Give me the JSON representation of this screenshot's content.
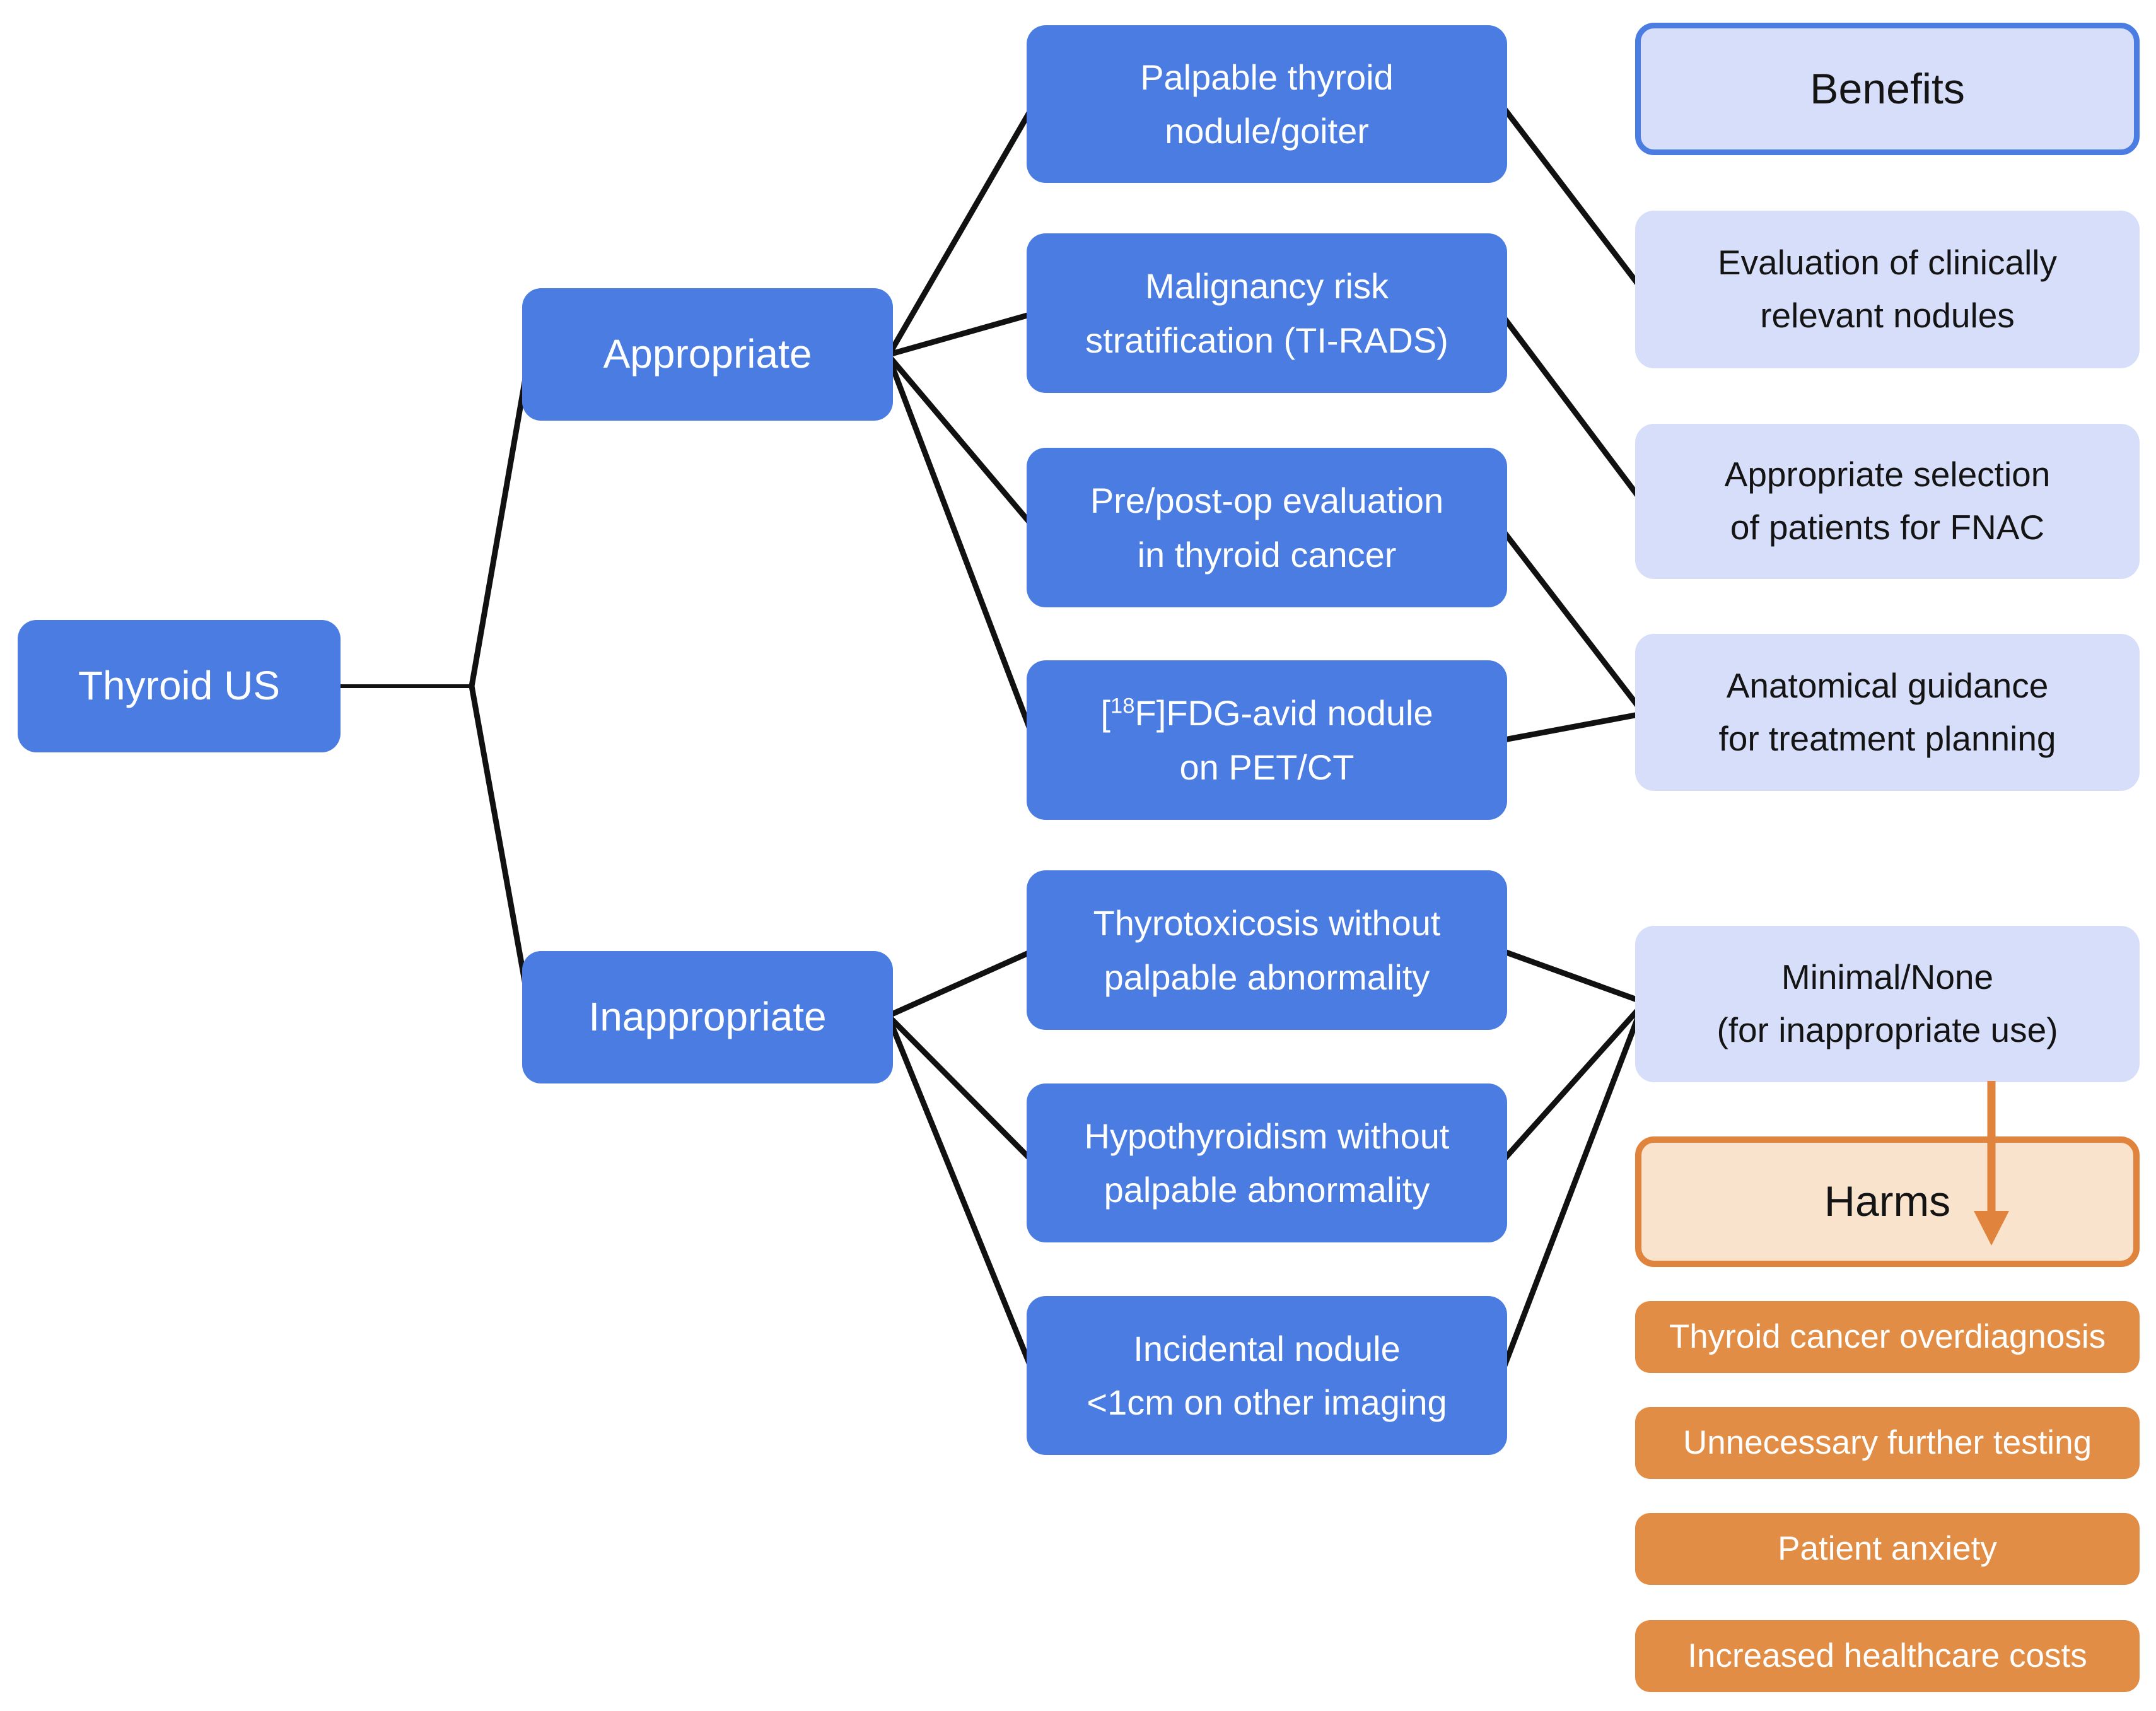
{
  "diagram": {
    "root_label": "Thyroid US",
    "appropriate_label": "Appropriate",
    "inappropriate_label": "Inappropriate",
    "appropriate_indications": [
      {
        "line1": "Palpable thyroid",
        "line2": "nodule/goiter"
      },
      {
        "line1": "Malignancy risk",
        "line2": "stratification (TI-RADS)"
      },
      {
        "line1": "Pre/post-op evaluation",
        "line2": "in thyroid cancer"
      },
      {
        "l1_open": "[",
        "l1_sup": "18",
        "l1_rest": "F]FDG-avid nodule",
        "line2": "on PET/CT"
      }
    ],
    "inappropriate_indications": [
      {
        "line1": "Thyrotoxicosis without",
        "line2": "palpable abnormality"
      },
      {
        "line1": "Hypothyroidism without",
        "line2": "palpable abnormality"
      },
      {
        "line1": "Incidental nodule",
        "line2": "<1cm on other imaging"
      }
    ],
    "benefits": {
      "header": "Benefits",
      "items": [
        {
          "line1": "Evaluation of clinically",
          "line2": "relevant nodules"
        },
        {
          "line1": "Appropriate selection",
          "line2": "of patients for FNAC"
        },
        {
          "line1": "Anatomical guidance",
          "line2": "for treatment planning"
        },
        {
          "line1": "Minimal/None",
          "line2": "(for inappropriate use)"
        }
      ]
    },
    "harms": {
      "header": "Harms",
      "items": [
        "Thyroid cancer overdiagnosis",
        "Unnecessary further testing",
        "Patient anxiety",
        "Increased healthcare costs"
      ]
    },
    "colors": {
      "node_blue": "#4a7ce1",
      "light_blue": "#d6def9",
      "header_blue_border": "#4a7ce1",
      "orange_fill": "#e28d45",
      "harms_fill": "#fae3cd",
      "harms_border": "#e0833c",
      "line_color": "#111111",
      "arrow_color": "#e0833c"
    }
  }
}
